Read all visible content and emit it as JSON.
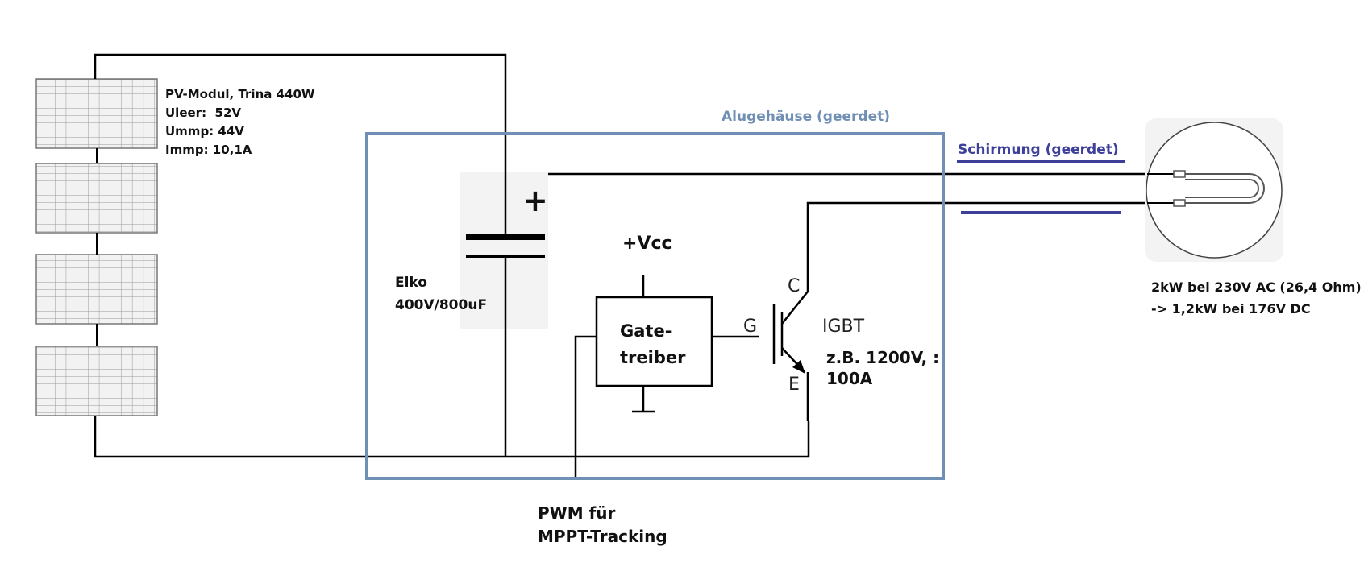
{
  "pv": {
    "title": "PV-Modul, Trina 440W",
    "uleer": "Uleer:  52V",
    "umpp": "Ummp: 44V",
    "impp": "Immp: 10,1A"
  },
  "housing": {
    "label": "Alugehäuse (geerdet)"
  },
  "shield": {
    "label": "Schirmung (geerdet)"
  },
  "capacitor": {
    "plus": "+",
    "name": "Elko",
    "rating": "400V/800uF"
  },
  "vcc": {
    "label": "+Vcc"
  },
  "gate_driver": {
    "line1": "Gate-",
    "line2": "treiber"
  },
  "igbt": {
    "name": "IGBT",
    "pin_c": "C",
    "pin_g": "G",
    "pin_e": "E",
    "rating1": "z.B. 1200V, :",
    "rating2": "100A"
  },
  "heater": {
    "line1": "2kW bei 230V AC (26,4 Ohm)",
    "line2": "-> 1,2kW bei 176V DC"
  },
  "pwm": {
    "line1": "PWM für",
    "line2": "MPPT-Tracking"
  },
  "colors": {
    "housing": "#6f8fb4",
    "shield": "#3e3f9a",
    "wire": "#000000"
  }
}
